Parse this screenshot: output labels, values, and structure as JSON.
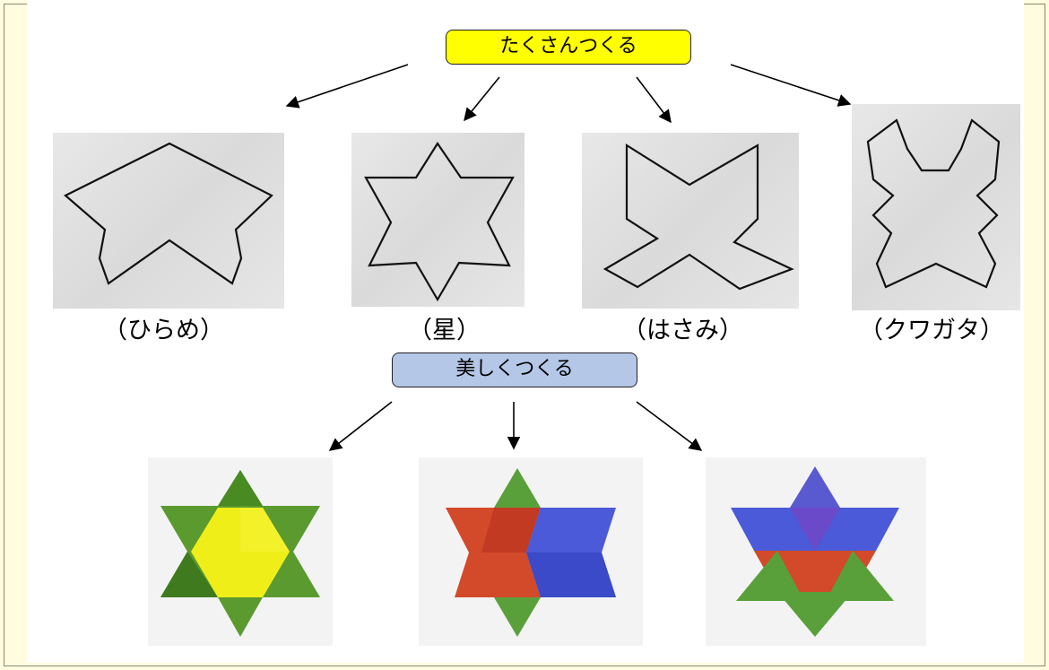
{
  "labels": {
    "many": "たくさんつくる",
    "beautiful": "美しくつくる"
  },
  "captions": {
    "flatfish": "（ひらめ）",
    "star": "（星）",
    "scissors": "（はさみ）",
    "stag_beetle": "（クワガタ）"
  },
  "colors": {
    "many_label_bg": "#ffff00",
    "beautiful_label_bg": "#b4c7e7",
    "page_bg": "#fffce0",
    "green": "#5a9a2e",
    "yellow": "#f0ee18",
    "red": "#d24a2a",
    "blue": "#4a5ad8"
  },
  "icons": [
    "flatfish-outline-icon",
    "star-outline-icon",
    "scissors-outline-icon",
    "stag-beetle-outline-icon",
    "star-yellow-hexagon-icon",
    "star-red-blue-icon",
    "star-blue-red-icon"
  ]
}
